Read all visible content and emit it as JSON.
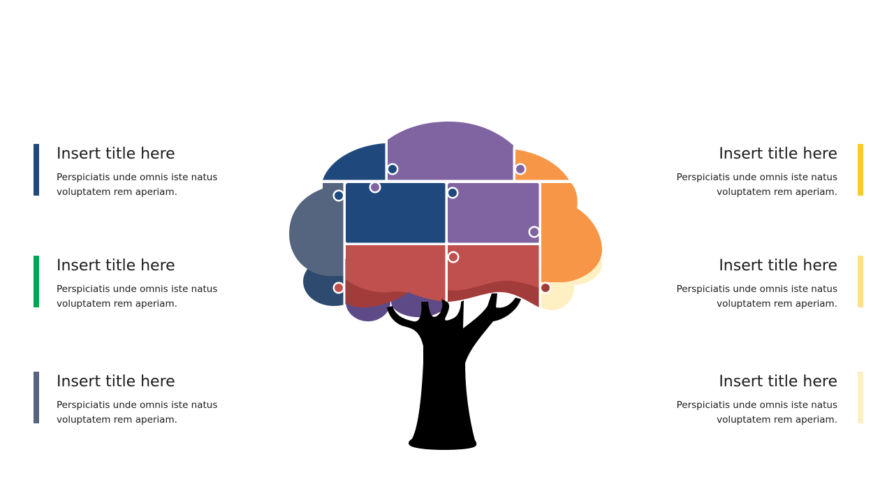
{
  "items": [
    {
      "side": "left",
      "title": "Insert title here",
      "body": "Perspiciatis unde omnis iste natus voluptatem rem aperiam.",
      "color": "#1F497D"
    },
    {
      "side": "left",
      "title": "Insert title here",
      "body": "Perspiciatis unde omnis iste natus voluptatem rem aperiam.",
      "color": "#00A651"
    },
    {
      "side": "left",
      "title": "Insert title here",
      "body": "Perspiciatis unde omnis iste natus voluptatem rem aperiam.",
      "color": "#55657F"
    },
    {
      "side": "right",
      "title": "Insert title here",
      "body": "Perspiciatis unde omnis iste natus voluptatem rem aperiam.",
      "color": "#FFC928"
    },
    {
      "side": "right",
      "title": "Insert title here",
      "body": "Perspiciatis unde omnis iste natus voluptatem rem aperiam.",
      "color": "#FFE08A"
    },
    {
      "side": "right",
      "title": "Insert title here",
      "body": "Perspiciatis unde omnis iste natus voluptatem rem aperiam.",
      "color": "#FFF0C4"
    }
  ],
  "tree": {
    "colors": {
      "navy": "#1F497D",
      "slate": "#55657F",
      "slate_dark": "#2E4A6E",
      "purple": "#8064A2",
      "purple_dark": "#5E4A86",
      "orange": "#F79646",
      "cream": "#FFF0C4",
      "red": "#C0504D",
      "red_dark": "#A23C3A",
      "trunk": "#000000"
    }
  }
}
